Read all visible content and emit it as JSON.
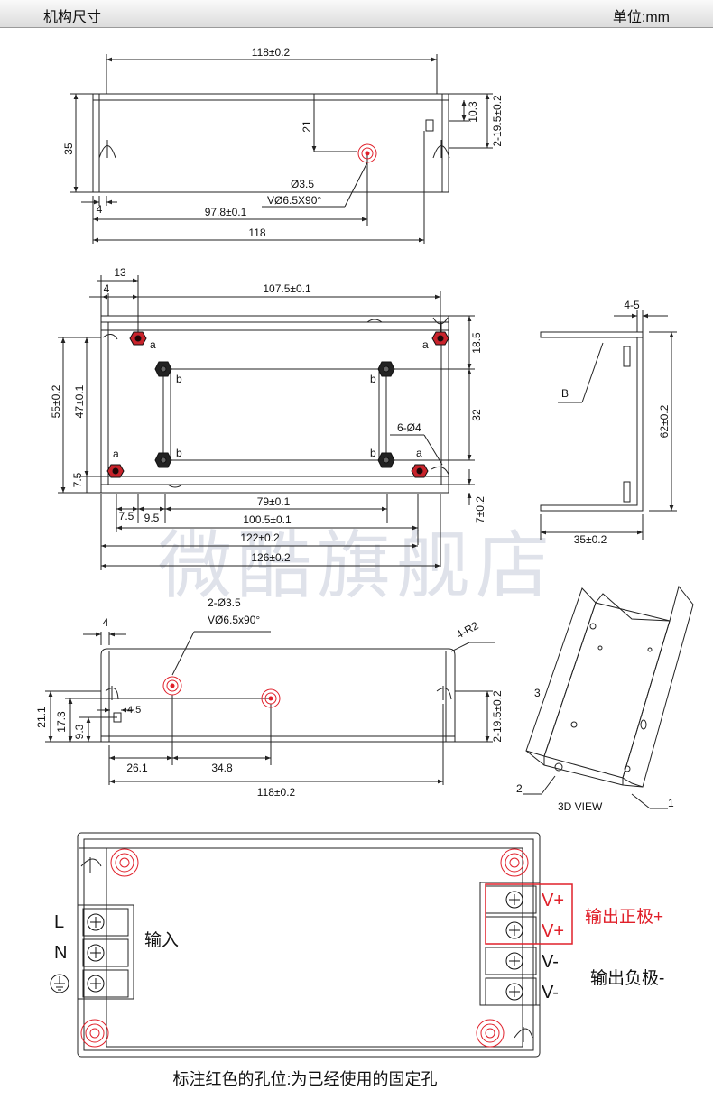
{
  "header": {
    "title": "机构尺寸",
    "unit": "单位:mm"
  },
  "watermark": "微酷旗舰店",
  "view1": {
    "dims": {
      "width_tol": "118±0.2",
      "height": "35",
      "hole_y": "21",
      "slot_y": "10.3",
      "slot_pos": "2-19.5±0.2",
      "hole_spec1": "Ø3.5",
      "hole_spec2": "VØ6.5X90°",
      "slot_w": "4",
      "hole_x": "97.8±0.1",
      "width": "118"
    }
  },
  "view2": {
    "dims": {
      "d13": "13",
      "d4": "4",
      "d107": "107.5±0.1",
      "d55": "55±0.2",
      "d47": "47±0.1",
      "d7_5l": "7.5",
      "d18_5": "18.5",
      "d32": "32",
      "d6_4": "6-Ø4",
      "d7_2": "7±0.2",
      "d7_5b": "7.5",
      "d9_5": "9.5",
      "d79": "79±0.1",
      "d100": "100.5±0.1",
      "d122": "122±0.2",
      "d126": "126±0.2"
    },
    "hole_labels": {
      "a": "a",
      "b": "b"
    }
  },
  "side_view": {
    "d4_5": "4-5",
    "b_label": "B",
    "d62": "62±0.2",
    "d35": "35±0.2"
  },
  "view3": {
    "dims": {
      "d4": "4",
      "hole_spec1": "2-Ø3.5",
      "hole_spec2": "VØ6.5x90°",
      "radius": "4-R2",
      "d21_1": "21.1",
      "d17_3": "17.3",
      "d9_3": "9.3",
      "d4_5": "4.5",
      "slot_pos": "2-19.5±0.2",
      "d26_1": "26.1",
      "d34_8": "34.8",
      "d118": "118±0.2"
    }
  },
  "iso_view": {
    "label1": "1",
    "label2": "2",
    "label3": "3",
    "caption": "3D VIEW"
  },
  "terminal_panel": {
    "inputs": [
      "L",
      "N"
    ],
    "input_label": "输入",
    "outputs": [
      "V+",
      "V+",
      "V-",
      "V-"
    ],
    "positive_label": "输出正极+",
    "negative_label": "输出负极-",
    "footnote": "标注红色的孔位:为已经使用的固定孔"
  },
  "colors": {
    "accent_red": "#e0202a",
    "line": "#222222",
    "watermark": "#d9dce6"
  }
}
